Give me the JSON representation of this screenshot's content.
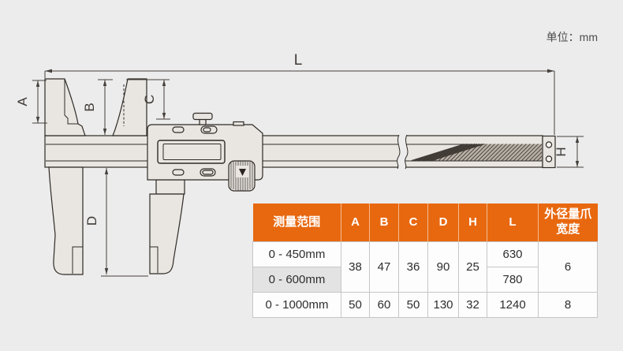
{
  "unit_note": "单位：mm",
  "diagram": {
    "labels": {
      "L": "L",
      "A": "A",
      "B": "B",
      "C": "C",
      "D": "D",
      "H": "H"
    }
  },
  "table": {
    "headers": {
      "range": "测量范围",
      "A": "A",
      "B": "B",
      "C": "C",
      "D": "D",
      "H": "H",
      "L": "L",
      "jaw_width": "外径量爪宽度"
    },
    "rows": {
      "r450": {
        "range": "0 - 450mm",
        "A": "38",
        "B": "47",
        "C": "36",
        "D": "90",
        "H": "25",
        "L": "630",
        "jaw_width": "6"
      },
      "r600": {
        "range": "0 - 600mm",
        "L": "780"
      },
      "r1000": {
        "range": "0 - 1000mm",
        "A": "50",
        "B": "60",
        "C": "50",
        "D": "130",
        "H": "32",
        "L": "1240",
        "jaw_width": "8"
      }
    }
  },
  "colors": {
    "accent_orange": "#e8680f",
    "row_highlight": "#e3e3e3",
    "table_border": "#c6c6c6",
    "background": "#ececec",
    "metal_fill": "#e9e6e1",
    "outline": "#2f2a26"
  }
}
